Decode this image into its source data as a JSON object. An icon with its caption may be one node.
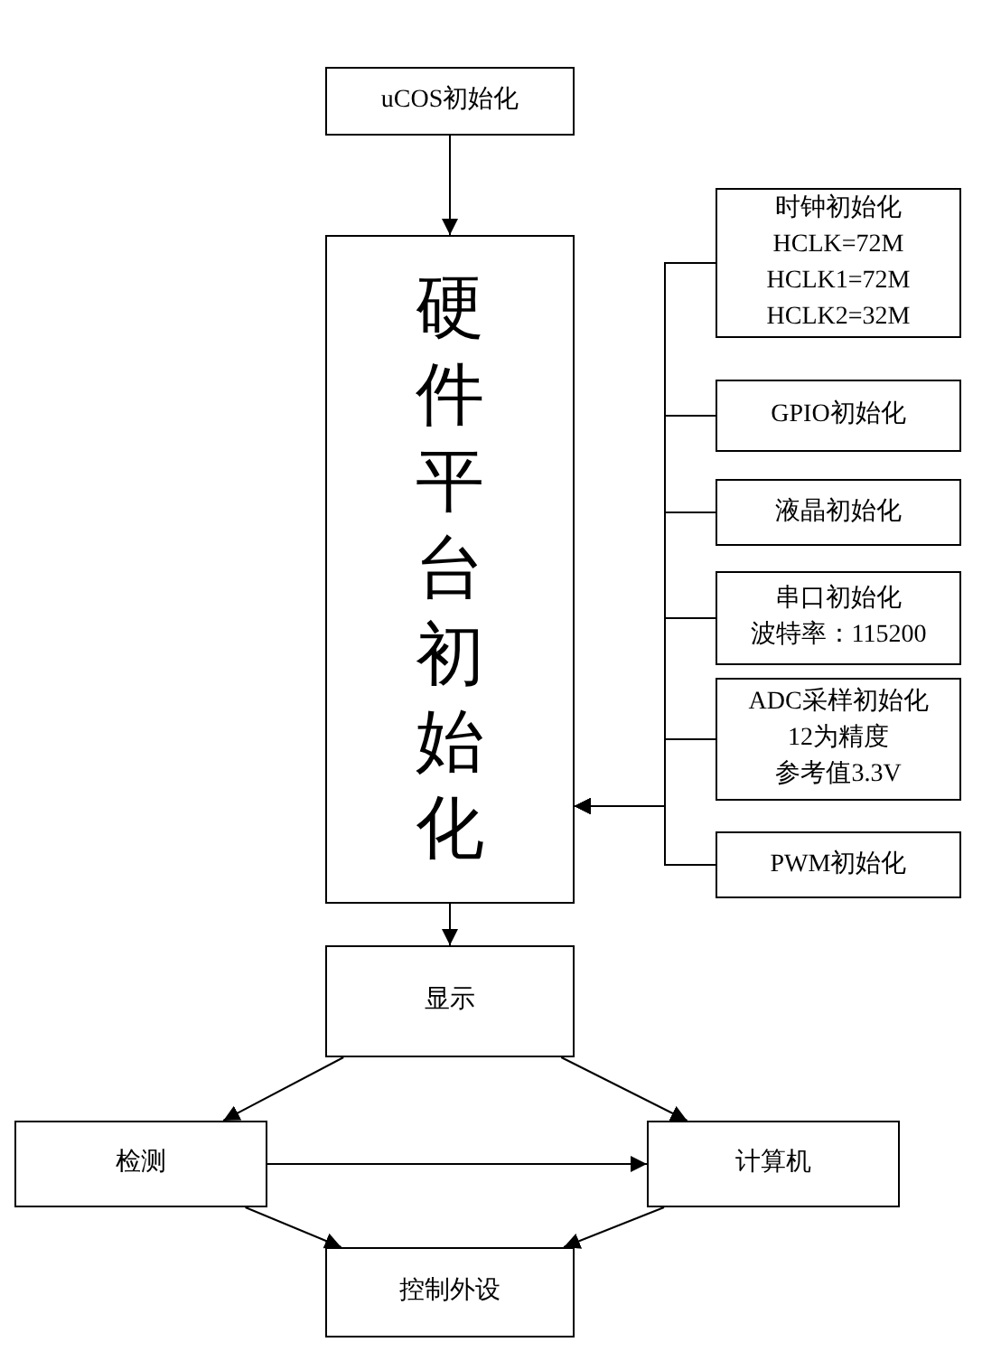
{
  "diagram": {
    "nodes": [
      {
        "text": [
          "uCOS初始化"
        ]
      },
      {
        "text": [
          "硬件平台初始化"
        ]
      },
      {
        "text": [
          "时钟初始化",
          "HCLK=72M",
          "HCLK1=72M",
          "HCLK2=32M"
        ]
      },
      {
        "text": [
          "GPIO初始化"
        ]
      },
      {
        "text": [
          "液晶初始化"
        ]
      },
      {
        "text": [
          "串口初始化",
          "波特率：115200"
        ]
      },
      {
        "text": [
          "ADC采样初始化",
          "12为精度",
          "参考值3.3V"
        ]
      },
      {
        "text": [
          "PWM初始化"
        ]
      },
      {
        "text": [
          "显示"
        ]
      },
      {
        "text": [
          "检测"
        ]
      },
      {
        "text": [
          "计算机"
        ]
      },
      {
        "text": [
          "控制外设"
        ]
      }
    ],
    "edges": [
      {
        "from": 0,
        "to": 1,
        "arrow": "to"
      },
      {
        "from": 2,
        "to": 1,
        "arrow": "to"
      },
      {
        "from": 3,
        "to": 1,
        "arrow": "to"
      },
      {
        "from": 4,
        "to": 1,
        "arrow": "to"
      },
      {
        "from": 5,
        "to": 1,
        "arrow": "to"
      },
      {
        "from": 6,
        "to": 1,
        "arrow": "to"
      },
      {
        "from": 7,
        "to": 1,
        "arrow": "to"
      },
      {
        "from": 1,
        "to": 8,
        "arrow": "to"
      },
      {
        "from": 8,
        "to": 9,
        "arrow": "to"
      },
      {
        "from": 8,
        "to": 10,
        "arrow": "to"
      },
      {
        "from": 9,
        "to": 10,
        "arrow": "to"
      },
      {
        "from": 9,
        "to": 11,
        "arrow": "to"
      },
      {
        "from": 10,
        "to": 11,
        "arrow": "to"
      }
    ]
  }
}
